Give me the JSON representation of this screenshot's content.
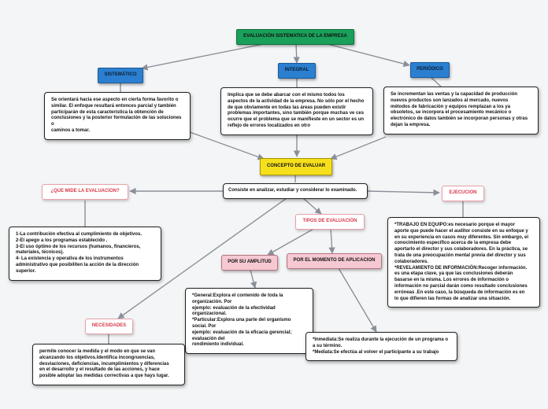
{
  "title": "EVALUACIÓN SISTEMATICA DE LA EMPRESA",
  "categories": {
    "sistematico": "SISTEMÁTICO",
    "integral": "INTEGRAL",
    "periodico": "PERIÓDICO"
  },
  "descriptions": {
    "sistematico": "Se orientará hacia  ese aspecto en  cierta forma favorito o\nsimilar. El enfoque resultará entonces  parcial  y también\nparticiparán  de esta característica la obtención de\nconclusiones y la posterior formulación de las soluciones o\ncaminos a tomar.",
    "integral": "Implica que se debe  abarcar con el mismo todos los\naspectos de la actividad de la empresa. No sólo por el hecho\nde que  obviamente en  todas  las áreas pueden existir\nproblemas importantes, sino también  porque muchas ve ces\nocurre que el problema que  se manifieste en un sector es un\nreflejo de errores localizados en otro",
    "periodico": "Se incrementan  las ventas y la capacidad de producción\nnuevos productos son  lanzados al  mercado, nuevos\nmétodos de fabricación y equipos remplazan a los ya\nobsoletos, se incorpora el procesamiento mecánico o\nelectrónico de datos también se incorporan personas y otras\ndejan  la empresa."
  },
  "concepto": {
    "label": "CONCEPTO DE EVALUAR",
    "text": "Consiste  en  analizar, estudiar y considerar lo examinado."
  },
  "que_mide": {
    "label": "¿QUE MIDE LA EVALUACION?",
    "text": "1-La contribución efectiva al cumplimiento de objetivos.\n2-El apego a los programas establecido   .\n3-El uso óptimo de los recursos  (humanos, financieros,\nmateriales, técnicos).\n4- La existencia y operativa de los instrumentos\nadministrativo que posibiliten la acción de la dirección\nsuperior."
  },
  "ejecucion": {
    "label": "EJECUCION",
    "text": "*TRABAJO EN EQUIPO:es necesario  porque el  mayor\naporte  que puede hacer el auditor consiste  en  su enfoque y\nen  su  experiencia en casos muy diferentes. Sin embargo, el\nconocimiento  específico acerca de la empresa debe\naportarlo el director y sus colaboradores. En la práctica, se\ntrata de una preocupación mental previa del director y sus\ncolaboradores.\n*REVELAMIENTO DE INFORMACIÓN:Recoger información.\nes una etapa clave,  ya  que  las  conclusiones deberán\nbasarse  en  la misma.  Los errores  de  información o\ninformación no parcial darán como  resultado conclusiones\nerróneas .En este caso,  la búsqueda de información  es en\nlo que difieren las formas de analizar una  situación."
  },
  "tipos": {
    "label": "TIPOS DE EVALUACIÓN",
    "amplitud": {
      "label": "POR SU AMPLITUD",
      "text": "*General:Explora el contenido de toda la organización. Por\nejemplo: evaluación de la efectividad organizacional.\n*Particular:Explora una parte del organismo social. Por\nejemplo: evaluación de la eficacia gerencial; evaluación del\nrendimiento individual."
    },
    "momento": {
      "label": "POR EL MOMENTO DE APLICACION",
      "text": "*Inmediata:Se realiza durante la ejecución  de un programa o\na su término.\n*Mediata:Se efectúa al volver el participante a su trabajo"
    }
  },
  "necesidades": {
    "label": "NECESIDADES",
    "text": "permite conocer la  medida y el modo en  que  se van\nalcanzando  los objetivos.Identifica  incongruencias,\ndesviaciones,  deficiencias,  incumplimientos y diferencias\nen  el desarrollo y el  resultado de  las acciones, y hace\nposible adoptar las medidas correctivas a que  hays lugar."
  },
  "colors": {
    "title": "#1aa05a",
    "category": "#2b7fd0",
    "concept": "#f6e01c",
    "type": "#f6c9d2",
    "accent_red": "#d8394a",
    "connector": "#8a9099"
  }
}
